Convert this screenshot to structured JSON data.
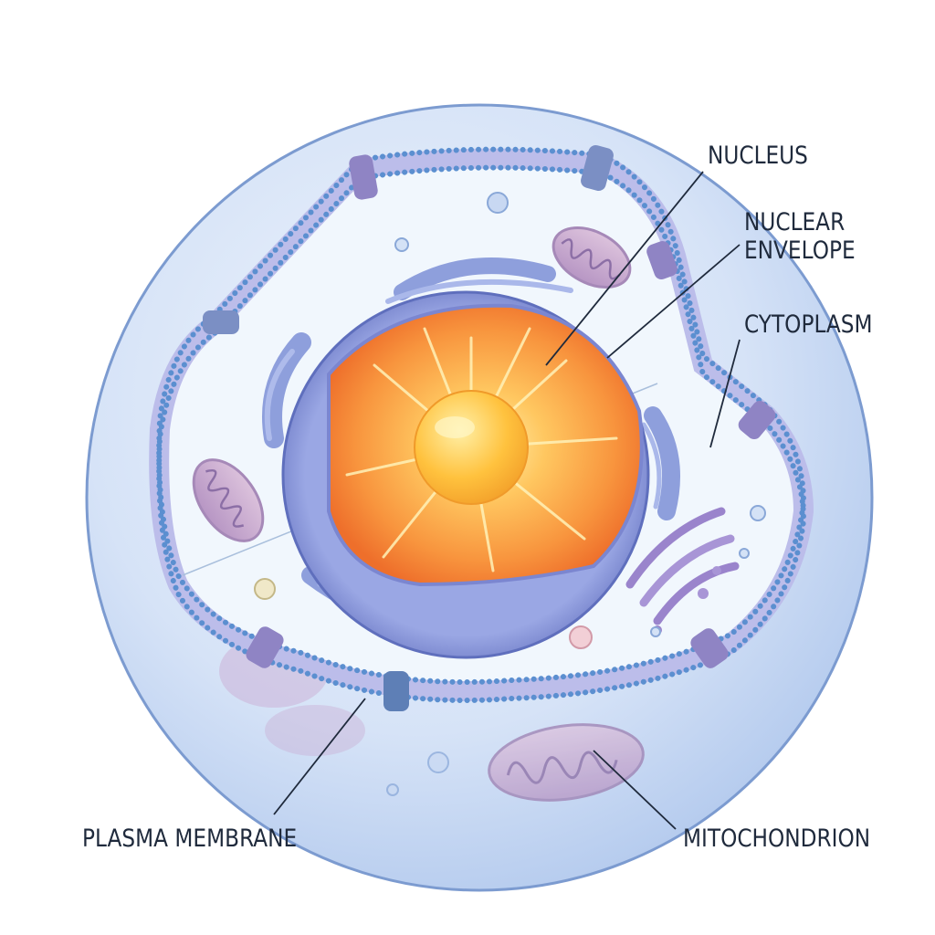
{
  "labels": {
    "nucleus": "NUCLEUS",
    "nuclear_envelope": [
      "NUCLEAR",
      "ENVELOPE"
    ],
    "cytoplasm": "CYTOPLASM",
    "plasma_membrane": "PLASMA MEMBRANE",
    "mitochondrion": "MITOCHONDRION"
  },
  "colors": {
    "outer_cell": "#c5d8f2",
    "outer_cell_edge": "#6f90c8",
    "membrane_dots": "#5b8fd0",
    "membrane_band": "#b8b9ea",
    "membrane_protein": "#8f84c4",
    "cytoplasm": "#eef5fc",
    "er": "#8ea0dc",
    "nucleus_outer": "#f38a3a",
    "nucleus_inner": "#ffd46a",
    "nucleolus": "#ffbe3b",
    "envelope": "#6f7fcc",
    "mitochondrion": "#c9a8cf",
    "golgi": "#a48ed0",
    "leader_line": "#1f2a3c",
    "text": "#1f2a3c"
  }
}
